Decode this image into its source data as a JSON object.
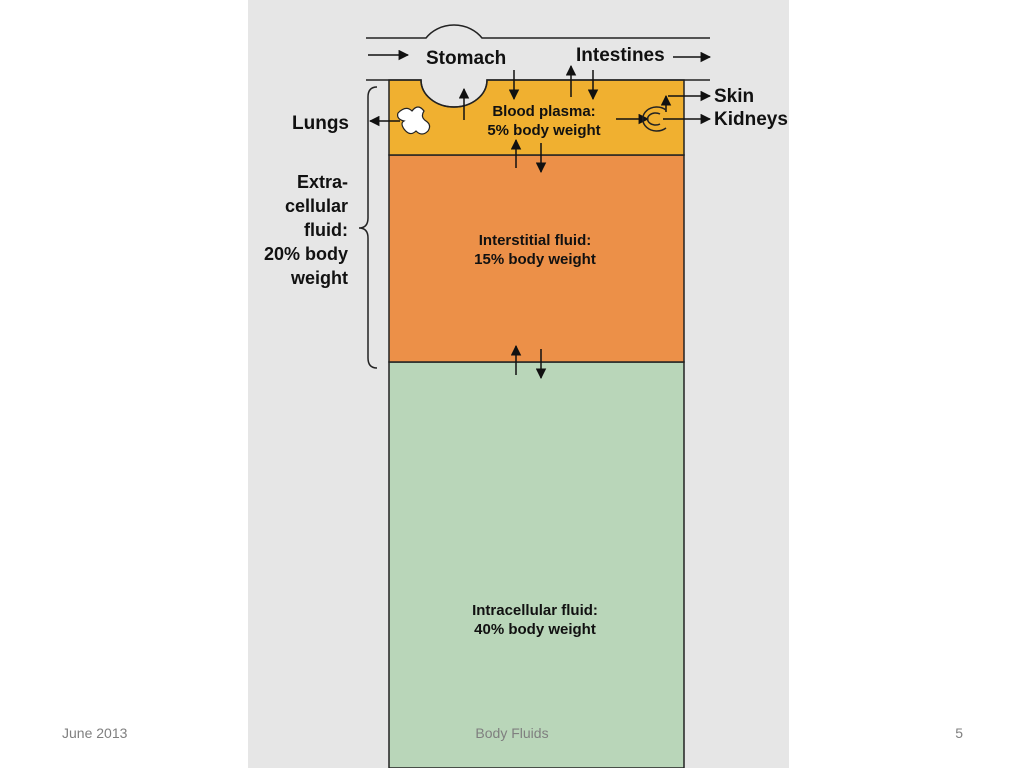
{
  "diagram": {
    "labels": {
      "stomach": "Stomach",
      "intestines": "Intestines",
      "lungs": "Lungs",
      "skin": "Skin",
      "kidneys": "Kidneys",
      "blood_plasma": [
        "Blood plasma:",
        "5% body weight"
      ],
      "interstitial": [
        "Interstitial fluid:",
        "15% body weight"
      ],
      "intracellular": [
        "Intracellular fluid:",
        "40% body weight"
      ],
      "extracellular": [
        "Extra-",
        "cellular",
        "fluid:",
        "20% body",
        "weight"
      ]
    },
    "colors": {
      "panel_background": "#e6e6e6",
      "blood_plasma": "#f0b030",
      "interstitial": "#ec9048",
      "intracellular": "#b9d6b9",
      "outline": "#222222"
    }
  },
  "footer": {
    "date": "June 2013",
    "title": "Body Fluids",
    "page_number": "5"
  }
}
